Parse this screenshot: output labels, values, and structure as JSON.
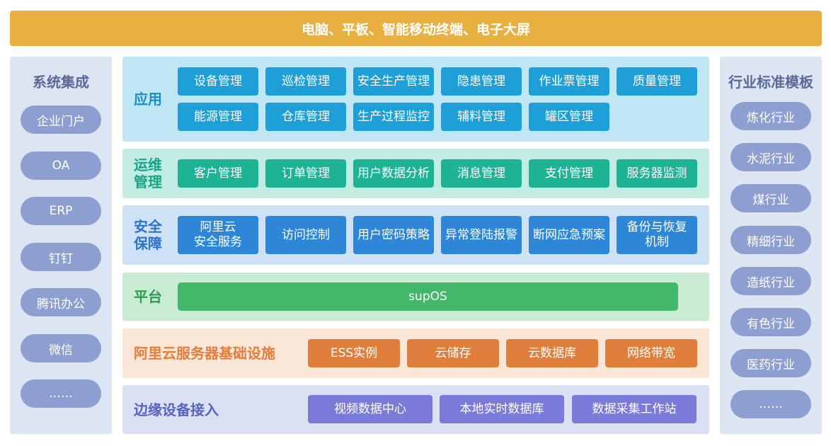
{
  "header": {
    "title": "电脑、平板、智能移动终端、电子大屏"
  },
  "left_panel": {
    "title": "系统集成",
    "items": [
      "企业门户",
      "OA",
      "ERP",
      "钉钉",
      "腾讯办公",
      "微信",
      "……"
    ]
  },
  "right_panel": {
    "title": "行业标准模板",
    "items": [
      "炼化行业",
      "水泥行业",
      "煤行业",
      "精细行业",
      "造纸行业",
      "有色行业",
      "医药行业",
      "……"
    ]
  },
  "layers": {
    "app": {
      "title": "应用",
      "items": [
        "设备管理",
        "巡检管理",
        "安全生产管理",
        "隐患管理",
        "作业票管理",
        "质量管理",
        "能源管理",
        "仓库管理",
        "生产过程监控",
        "辅料管理",
        "罐区管理"
      ]
    },
    "ops": {
      "title_line1": "运维",
      "title_line2": "管理",
      "items": [
        "客户管理",
        "订单管理",
        "用户数据分析",
        "消息管理",
        "支付管理",
        "服务器监测"
      ]
    },
    "security": {
      "title_line1": "安全",
      "title_line2": "保障",
      "items": [
        {
          "line1": "阿里云",
          "line2": "安全服务"
        },
        {
          "line1": "访问控制",
          "line2": ""
        },
        {
          "line1": "用户密码策略",
          "line2": ""
        },
        {
          "line1": "异常登陆报警",
          "line2": ""
        },
        {
          "line1": "断网应急预案",
          "line2": ""
        },
        {
          "line1": "备份与恢复",
          "line2": "机制"
        }
      ]
    },
    "platform": {
      "title": "平台",
      "item": "supOS"
    },
    "aliyun_infra": {
      "title": "阿里云服务器基础设施",
      "items": [
        "ESS实例",
        "云储存",
        "云数据库",
        "网络带宽"
      ]
    },
    "edge": {
      "title": "边缘设备接入",
      "items": [
        "视频数据中心",
        "本地实时数据库",
        "数据采集工作站"
      ]
    }
  },
  "colors": {
    "header": "#e8b040",
    "side_panel": "#dde4f2",
    "side_pill": "#8c9fd0",
    "app": "#1f9fd8",
    "ops": "#1eb395",
    "security": "#2e86d6",
    "platform": "#43b86a",
    "aliyun_infra": "#e07f3c",
    "edge": "#7a7bd8"
  }
}
